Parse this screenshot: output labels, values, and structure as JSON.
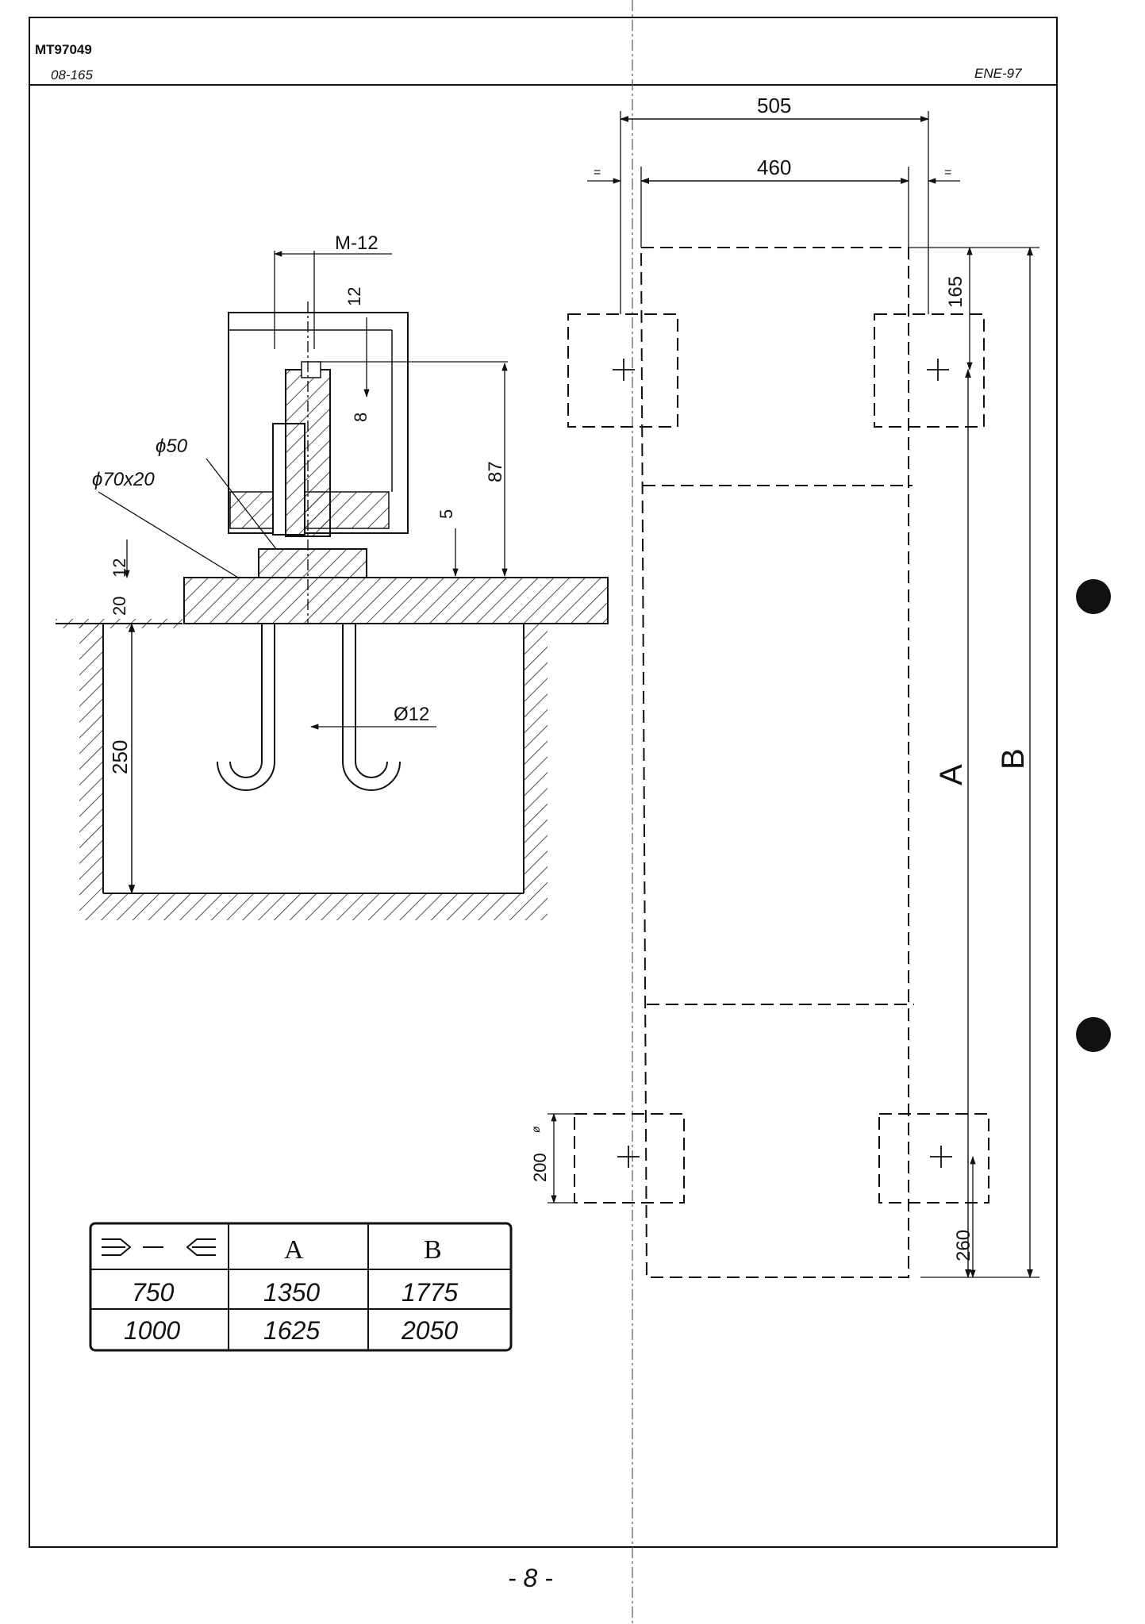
{
  "header": {
    "doc_code": "MT97049",
    "doc_sub": "08-165",
    "ref": "ENE-97"
  },
  "section_view": {
    "bolt_label": "M-12",
    "dim_top": "12",
    "dim_nut": "8",
    "dim_height": "87",
    "dim_gap": "5",
    "washer_label": "ϕ50",
    "plate_label": "ϕ70x20",
    "dim_plate_12": "12",
    "dim_plate_20": "20",
    "dim_depth": "250",
    "rod_label": "Ø12"
  },
  "plan_view": {
    "dim_outer_width": "505",
    "dim_inner_width": "460",
    "dim_offset_top": "165",
    "dim_offset_bottom": "260",
    "dim_block": "200",
    "block_diameter_mark": "ø",
    "label_a": "A",
    "label_b": "B",
    "equal_mark": "="
  },
  "table": {
    "header_icon": "machine-to-machine-icon",
    "col_a": "A",
    "col_b": "B",
    "rows": [
      {
        "size": "750",
        "a": "1350",
        "b": "1775"
      },
      {
        "size": "1000",
        "a": "1625",
        "b": "2050"
      }
    ]
  },
  "footer": {
    "page": "- 8 -"
  }
}
